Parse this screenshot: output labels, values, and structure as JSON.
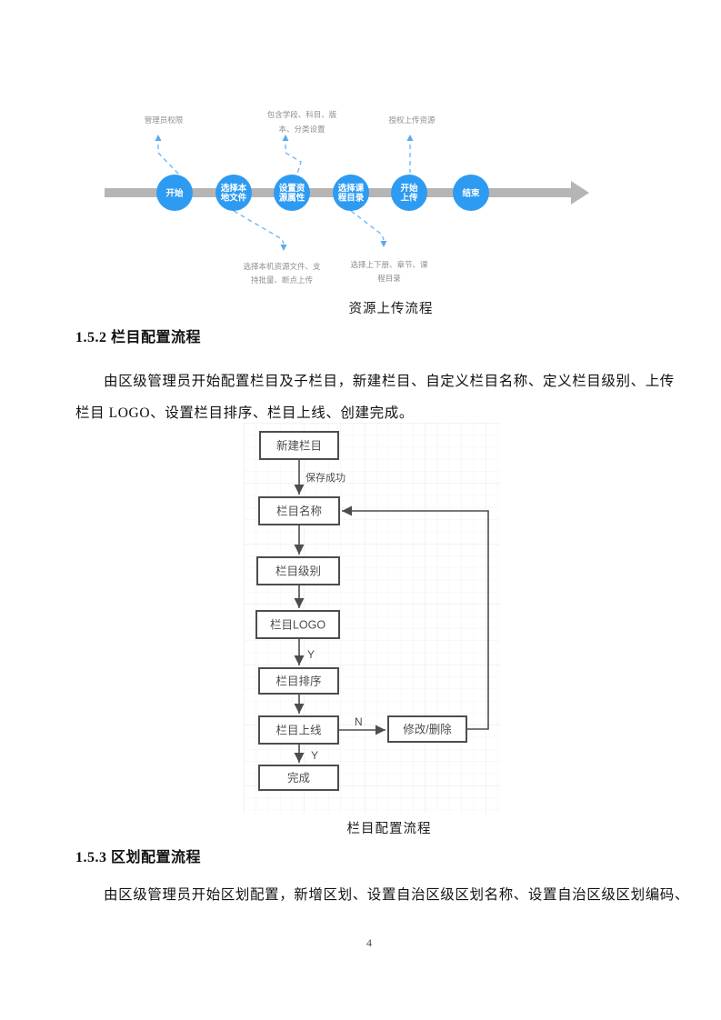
{
  "page": {
    "number": "4"
  },
  "timeline": {
    "caption": "资源上传流程",
    "colors": {
      "bar": "#b5b5b5",
      "node": "#2e9bf2",
      "node_text": "#ffffff",
      "dash": "#74b7f4",
      "dash_arrow": "#5aa9f0",
      "annotation_text": "#8f8f8f"
    },
    "nodes": [
      {
        "label": "开始",
        "lines": [
          "开始"
        ]
      },
      {
        "label": "选择本地文件",
        "lines": [
          "选择本",
          "地文件"
        ]
      },
      {
        "label": "设置资源属性",
        "lines": [
          "设置资",
          "源属性"
        ]
      },
      {
        "label": "选择课程目录",
        "lines": [
          "选择课",
          "程目录"
        ]
      },
      {
        "label": "开始上传",
        "lines": [
          "开始",
          "上传"
        ]
      },
      {
        "label": "结束",
        "lines": [
          "结束"
        ]
      }
    ],
    "annotations_above": [
      {
        "node": 0,
        "lines": [
          "管理员权限"
        ]
      },
      {
        "node": 2,
        "lines": [
          "包含学段、科目、版",
          "本、分类设置"
        ]
      },
      {
        "node": 4,
        "lines": [
          "授权上传资源"
        ]
      }
    ],
    "annotations_below": [
      {
        "node": 1,
        "lines": [
          "选择本机资源文件、支",
          "持批量、断点上传"
        ]
      },
      {
        "node": 3,
        "lines": [
          "选择上下册、章节、课",
          "程目录"
        ]
      }
    ]
  },
  "sections": [
    {
      "heading": "1.5.2 栏目配置流程",
      "lines": [
        "由区级管理员开始配置栏目及子栏目，新建栏目、自定义栏目名称、定义栏目级别、上传",
        "栏目 LOGO、设置栏目排序、栏目上线、创建完成。"
      ]
    },
    {
      "heading": "1.5.3 区划配置流程",
      "lines": [
        "由区级管理员开始区划配置，新增区划、设置自治区级区划名称、设置自治区级区划编码、"
      ]
    }
  ],
  "flowchart": {
    "caption": "栏目配置流程",
    "colors": {
      "stroke": "#4d4d4d",
      "text": "#4d4d4d",
      "grid_minor": "#f2f2f2",
      "grid_major": "#e7e7e7",
      "box_fill": "#ffffff"
    },
    "nodes": [
      "新建栏目",
      "栏目名称",
      "栏目级别",
      "栏目LOGO",
      "栏目排序",
      "栏目上线",
      "修改/删除",
      "完成"
    ],
    "edge_labels": {
      "save": "保存成功",
      "yes1": "Y",
      "no": "N",
      "yes2": "Y"
    }
  }
}
